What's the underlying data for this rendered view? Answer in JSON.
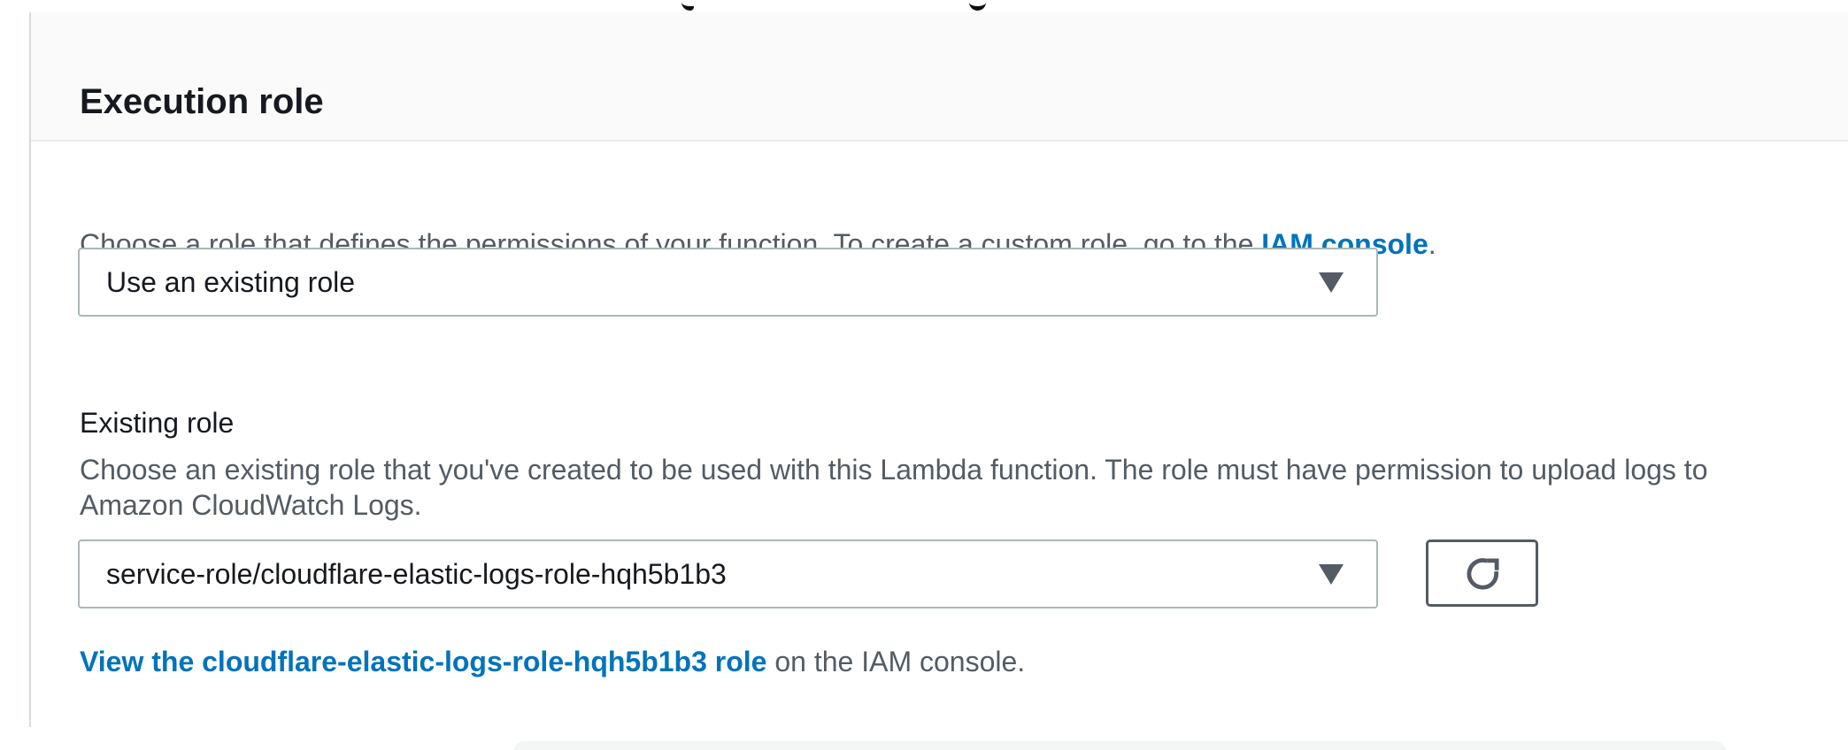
{
  "card": {
    "title": "Execution role",
    "intro": {
      "before": "Choose a role that defines the permissions of your function. To create a custom role, go to the ",
      "link": "IAM console",
      "after": "."
    },
    "role_type_select": {
      "value": "Use an existing role"
    },
    "existing_role": {
      "label": "Existing role",
      "desc_line1": "Choose an existing role that you've created to be used with this Lambda function. The role must have permission to upload logs to",
      "desc_line2": "Amazon CloudWatch Logs.",
      "select_value": "service-role/cloudflare-elastic-logs-role-hqh5b1b3",
      "view_link": "View the cloudflare-elastic-logs-role-hqh5b1b3 role",
      "view_suffix": " on the IAM console."
    },
    "icons": {
      "dropdown_caret": "caret-down-icon",
      "refresh": "refresh-icon"
    },
    "colors": {
      "link_blue": "#0073bb",
      "text_dark": "#16191f",
      "text_gray": "#545b64",
      "header_bg": "#fafafa",
      "border_light": "#aab7b8",
      "border_dark": "#545b64"
    }
  }
}
